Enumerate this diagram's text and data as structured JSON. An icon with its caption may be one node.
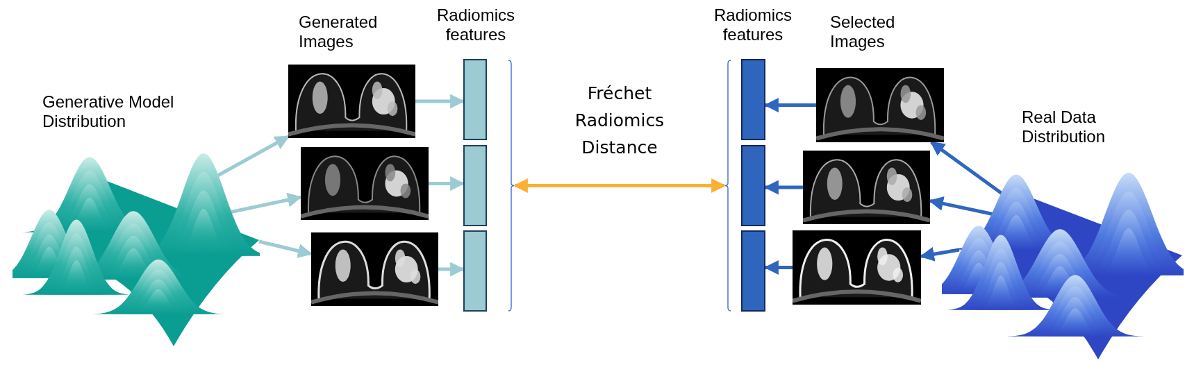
{
  "diagram": {
    "nodes": [
      {
        "text": [],
        "shape": "picture"
      },
      {
        "text": [],
        "shape": "picture"
      },
      {
        "text": [],
        "shape": "picture"
      },
      {
        "text": [],
        "shape": "picture"
      },
      {
        "text": [],
        "shape": "box"
      },
      {
        "text": [],
        "shape": "box"
      },
      {
        "text": [],
        "shape": "box"
      },
      {
        "text": [],
        "shape": "bracket"
      },
      {
        "text": [],
        "shape": "bracket"
      },
      {
        "text": [],
        "shape": "box"
      },
      {
        "text": [],
        "shape": "box"
      },
      {
        "text": [],
        "shape": "box"
      },
      {
        "text": [],
        "shape": "picture"
      },
      {
        "text": [],
        "shape": "picture"
      },
      {
        "text": [],
        "shape": "picture"
      },
      {
        "text": [],
        "shape": "picture"
      }
    ],
    "edges": [
      {
        "from": 0,
        "to": 1,
        "arrow": "to",
        "color": "#9ccbd3"
      },
      {
        "from": 0,
        "to": 2,
        "arrow": "to",
        "color": "#9ccbd3"
      },
      {
        "from": 0,
        "to": 3,
        "arrow": "to",
        "color": "#9ccbd3"
      },
      {
        "from": 1,
        "to": 4,
        "arrow": "to",
        "color": "#9ccbd3"
      },
      {
        "from": 2,
        "to": 5,
        "arrow": "to",
        "color": "#9ccbd3"
      },
      {
        "from": 3,
        "to": 6,
        "arrow": "to",
        "color": "#9ccbd3"
      },
      {
        "from": 7,
        "to": 8,
        "arrow": "both",
        "label": "Fréchet Radiomics Distance",
        "color": "#fbb034"
      },
      {
        "from": 12,
        "to": 9,
        "arrow": "to",
        "color": "#2f66bf"
      },
      {
        "from": 13,
        "to": 10,
        "arrow": "to",
        "color": "#2f66bf"
      },
      {
        "from": 14,
        "to": 11,
        "arrow": "to",
        "color": "#2f66bf"
      },
      {
        "from": 15,
        "to": 12,
        "arrow": "to",
        "color": "#2f66bf"
      },
      {
        "from": 15,
        "to": 13,
        "arrow": "to",
        "color": "#2f66bf"
      },
      {
        "from": 15,
        "to": 14,
        "arrow": "to",
        "color": "#2f66bf"
      }
    ],
    "labels": [
      "Generated Images",
      "Radiomics features",
      "Generative Model Distribution",
      "Radiomics features",
      "Selected Images",
      "Real Data Distribution"
    ]
  }
}
